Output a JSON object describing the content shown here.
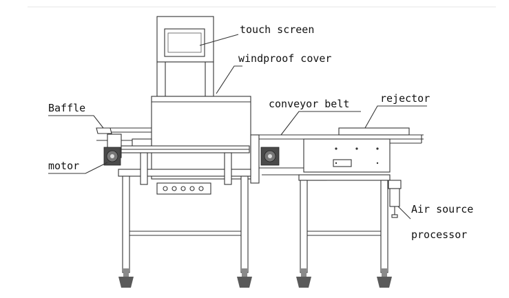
{
  "labels": {
    "touch_screen": "touch screen",
    "windproof_cover": "windproof cover",
    "conveyor_belt": "conveyor belt",
    "rejector": "rejector",
    "baffle": "Baffle",
    "motor": "motor",
    "air_source": "Air source",
    "processor": "processor"
  },
  "colors": {
    "line": "#333333",
    "text": "#111111",
    "foot": "#5a5a5a"
  }
}
